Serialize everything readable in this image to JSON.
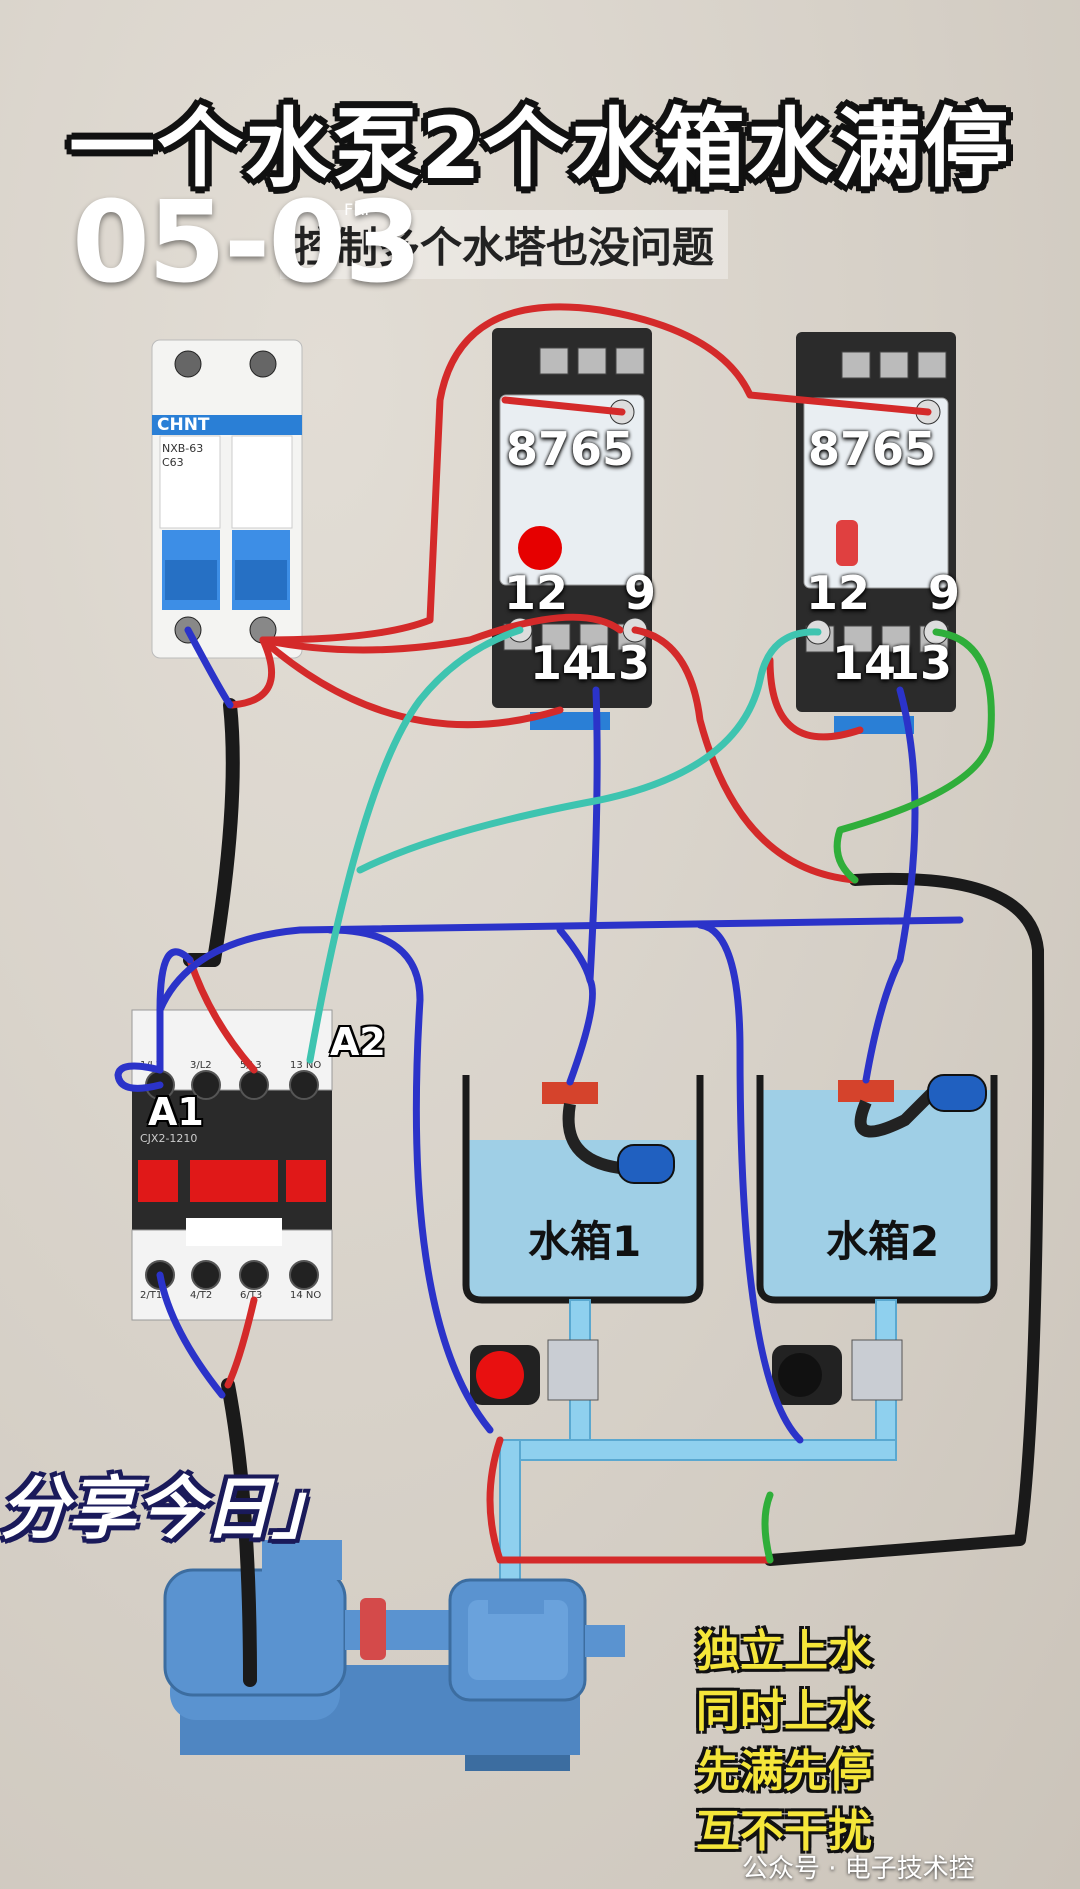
{
  "title": "一个水泵2个水箱水满停",
  "date": "05-03",
  "weekday": "FRI",
  "subtitle": "控制多个水塔也没问题",
  "breaker": {
    "brand": "CHNT",
    "model": "NXB-63",
    "rating": "C63"
  },
  "relay1": {
    "top_numbers": "8765",
    "left": "12",
    "right": "9",
    "bottom_left": "14",
    "bottom_right": "13"
  },
  "relay2": {
    "top_numbers": "8765",
    "left": "12",
    "right": "9",
    "bottom_left": "14",
    "bottom_right": "13"
  },
  "contactor": {
    "label_a1": "A1",
    "label_a2": "A2",
    "model": "CJX2-1210",
    "top_terminals": [
      "1/L1",
      "3/L2",
      "5/L3",
      "13 NO"
    ],
    "bottom_terminals": [
      "2/T1",
      "4/T2",
      "6/T3",
      "14 NO"
    ]
  },
  "tank1": {
    "label": "水箱1"
  },
  "tank2": {
    "label": "水箱2"
  },
  "share_text": "分享今日」",
  "features": [
    "独立上水",
    "同时上水",
    "先满先停",
    "互不干扰"
  ],
  "watermark": "公众号 · 电子技术控",
  "colors": {
    "red_wire": "#d42a2a",
    "blue_wire": "#2b33c9",
    "cyan_wire": "#3ec4b0",
    "green_wire": "#2fae3a",
    "black_wire": "#1a1a1a",
    "water": "#9fcfe6",
    "pump": "#4f86c2"
  }
}
